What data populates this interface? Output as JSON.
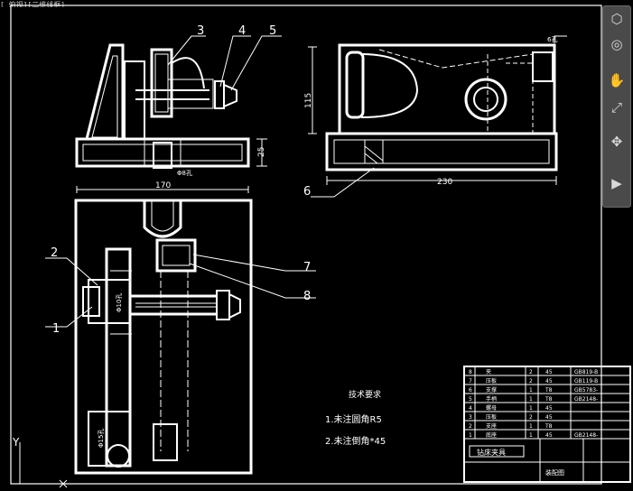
{
  "window": {
    "tab_label": "[ 俯视][二维线框]"
  },
  "balloons": [
    "1",
    "2",
    "3",
    "4",
    "5",
    "6",
    "7",
    "8"
  ],
  "dimensions": {
    "front_width": "170",
    "front_height": "25",
    "front_hole": "Φ8孔",
    "side_width": "230",
    "side_height": "115",
    "side_ref": "6孔",
    "top_hole_a": "Φ10孔",
    "top_hole_b": "Φ15孔"
  },
  "tech_requirements": {
    "title": "技术要求",
    "item1": "1.未注圆角R5",
    "item2": "2.未注倒角*45"
  },
  "parts_table": {
    "rows": [
      {
        "no": "8",
        "name": "夹",
        "qty": "2",
        "mat": "45",
        "std": "GB819-B"
      },
      {
        "no": "7",
        "name": "压板",
        "qty": "2",
        "mat": "45",
        "std": "GB119-B"
      },
      {
        "no": "6",
        "name": "支撑",
        "qty": "1",
        "mat": "T8",
        "std": "GB5783-"
      },
      {
        "no": "5",
        "name": "手柄",
        "qty": "1",
        "mat": "T8",
        "std": "GB2148-"
      },
      {
        "no": "4",
        "name": "螺母",
        "qty": "1",
        "mat": "45",
        "std": ""
      },
      {
        "no": "3",
        "name": "压板",
        "qty": "2",
        "mat": "45",
        "std": ""
      },
      {
        "no": "2",
        "name": "支座",
        "qty": "1",
        "mat": "T8",
        "std": ""
      },
      {
        "no": "1",
        "name": "底座",
        "qty": "1",
        "mat": "45",
        "std": "GB2148-"
      }
    ],
    "title_block": {
      "name": "钻床夹具",
      "drawing_no": "装配图"
    }
  },
  "ucs": {
    "y_label": "Y"
  },
  "colors": {
    "background": "#000000",
    "lines": "#ffffff",
    "nav_bar": "#4a4a4a"
  },
  "nav_icons": [
    "view-cube-icon",
    "steering-wheel-icon",
    "pan-hand-icon",
    "zoom-icon",
    "orbit-icon",
    "showmotion-icon"
  ]
}
